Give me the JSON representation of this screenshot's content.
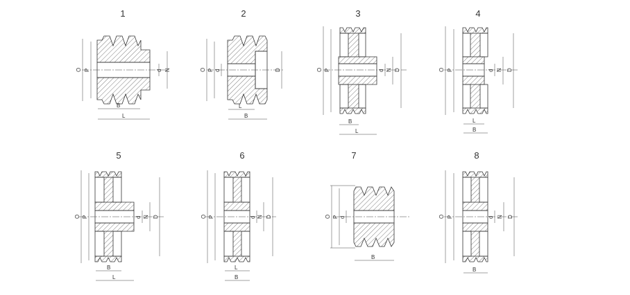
{
  "figures": [
    {
      "number": "1",
      "labels": {
        "O": "O",
        "P": "P",
        "d": "d",
        "N": "N",
        "B": "B",
        "L": "L"
      }
    },
    {
      "number": "2",
      "labels": {
        "O": "O",
        "P": "P",
        "d": "d",
        "D": "D",
        "L": "L",
        "B": "B"
      }
    },
    {
      "number": "3",
      "labels": {
        "O": "O",
        "P": "P",
        "d": "d",
        "N": "N",
        "D": "D",
        "B": "B",
        "L": "L"
      }
    },
    {
      "number": "4",
      "labels": {
        "O": "O",
        "P": "P",
        "d": "d",
        "N": "N",
        "D": "D",
        "L": "L",
        "B": "B"
      }
    },
    {
      "number": "5",
      "labels": {
        "O": "O",
        "P": "P",
        "d": "d",
        "N": "N",
        "D": "D",
        "B": "B",
        "L": "L"
      }
    },
    {
      "number": "6",
      "labels": {
        "O": "O",
        "P": "P",
        "d": "d",
        "N": "N",
        "D": "D",
        "L": "L",
        "B": "B"
      }
    },
    {
      "number": "7",
      "labels": {
        "O": "O",
        "P": "P",
        "d": "d",
        "B": "B"
      }
    },
    {
      "number": "8",
      "labels": {
        "O": "O",
        "P": "P",
        "d": "d",
        "N": "N",
        "D": "D",
        "B": "B"
      }
    }
  ]
}
